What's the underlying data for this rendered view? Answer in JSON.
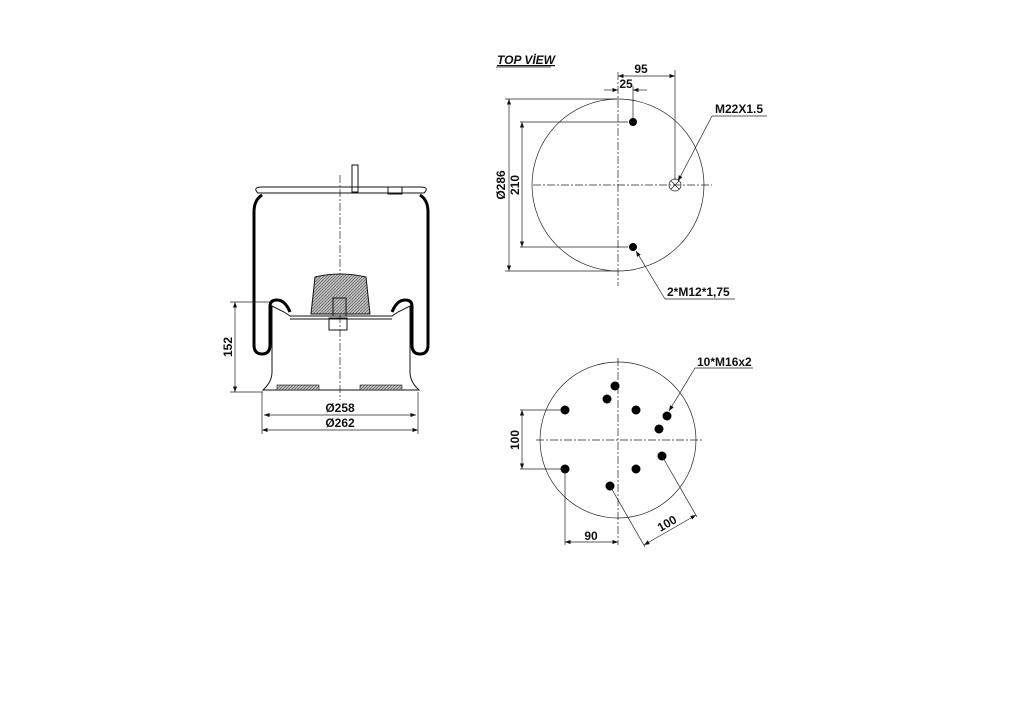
{
  "side_view": {
    "height_label": "152",
    "dia_inner_label": "Ø258",
    "dia_outer_label": "Ø262"
  },
  "top_view": {
    "title": "TOP VİEW",
    "dim_95": "95",
    "dim_25": "25",
    "dia_label": "Ø286",
    "dim_210": "210",
    "air_port_label": "M22X1.5",
    "stud_label": "2*M12*1,75"
  },
  "bottom_view": {
    "bolt_label": "10*M16x2",
    "dim_100_vertical": "100",
    "dim_90": "90",
    "dim_100_diagonal": "100"
  },
  "colors": {
    "line": "#111111",
    "background": "#ffffff"
  }
}
